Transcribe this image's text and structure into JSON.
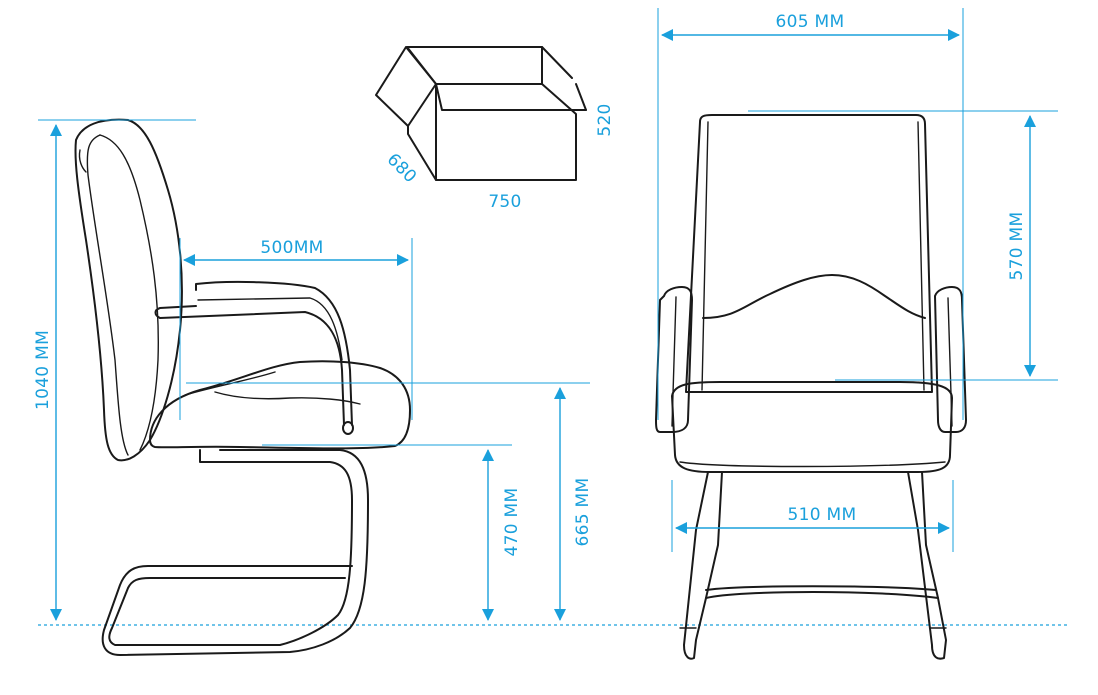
{
  "dimensions": {
    "total_height": "1040 MM",
    "seat_depth": "500MM",
    "seat_height": "470 MM",
    "armrest_height": "665 MM",
    "overall_width": "605 MM",
    "backrest_height": "570 MM",
    "seat_width": "510 MM"
  },
  "package": {
    "length": "750",
    "depth": "680",
    "height": "520"
  },
  "colors": {
    "dimension": "#1aa0dc",
    "outline": "#1a1a1a",
    "background": "#ffffff"
  }
}
